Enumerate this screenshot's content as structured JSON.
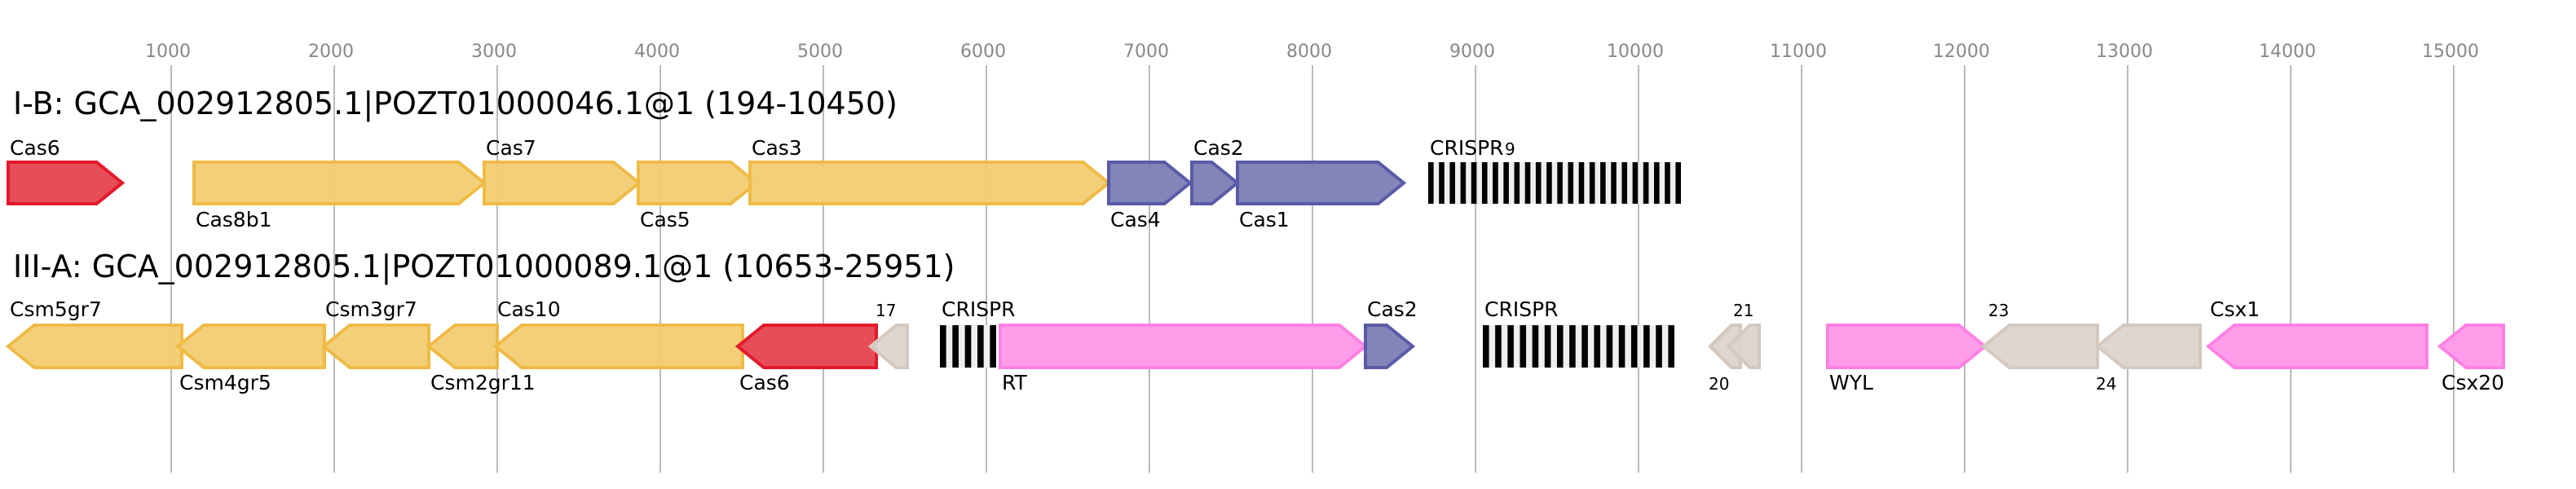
{
  "axis": {
    "unit": "bp",
    "ticks": [
      1000,
      2000,
      3000,
      4000,
      5000,
      6000,
      7000,
      8000,
      9000,
      10000,
      11000,
      12000,
      13000,
      14000,
      15000
    ]
  },
  "colors": {
    "red": {
      "fill": "#e5434f",
      "stroke": "#e31a2b"
    },
    "yellow": {
      "fill": "#f2cc72",
      "stroke": "#efbb45"
    },
    "blue": {
      "fill": "#7b7db6",
      "stroke": "#5a5ba6"
    },
    "pink": {
      "fill": "#ff98ea",
      "stroke": "#ff80e3"
    },
    "gray": {
      "fill": "#dcd4cf",
      "stroke": "#d4c8bf"
    },
    "crispr_repeat": "#000000",
    "crispr_spacer": "#efefef"
  },
  "tracks": [
    {
      "title": "I-B: GCA_002912805.1|POZT01000046.1@1 (194-10450)",
      "features": [
        {
          "type": "gene",
          "label": "Cas6",
          "start": 0,
          "end": 700,
          "strand": "+",
          "color": "red",
          "label_pos": "top"
        },
        {
          "type": "gene",
          "label": "Cas8b1",
          "start": 1140,
          "end": 2920,
          "strand": "+",
          "color": "yellow",
          "label_pos": "bottom"
        },
        {
          "type": "gene",
          "label": "Cas7",
          "start": 2920,
          "end": 3870,
          "strand": "+",
          "color": "yellow",
          "label_pos": "top"
        },
        {
          "type": "gene",
          "label": "Cas5",
          "start": 3865,
          "end": 4590,
          "strand": "+",
          "color": "yellow",
          "label_pos": "bottom"
        },
        {
          "type": "gene",
          "label": "Cas3",
          "start": 4550,
          "end": 6750,
          "strand": "+",
          "color": "yellow",
          "label_pos": "top"
        },
        {
          "type": "gene",
          "label": "Cas4",
          "start": 6750,
          "end": 7250,
          "strand": "+",
          "color": "blue",
          "label_pos": "bottom"
        },
        {
          "type": "gene",
          "label": "Cas2",
          "start": 7260,
          "end": 7540,
          "strand": "+",
          "color": "blue",
          "label_pos": "top"
        },
        {
          "type": "gene",
          "label": "Cas1",
          "start": 7540,
          "end": 8560,
          "strand": "+",
          "color": "blue",
          "label_pos": "bottom"
        },
        {
          "type": "crispr",
          "label": "CRISPR",
          "extra_label": "9",
          "start": 8710,
          "end": 10260,
          "repeats": 24,
          "label_pos": "top"
        }
      ]
    },
    {
      "title": "III-A: GCA_002912805.1|POZT01000089.1@1 (10653-25951)",
      "features": [
        {
          "type": "gene",
          "label": "Csm5gr7",
          "start": 0,
          "end": 1065,
          "strand": "-",
          "color": "yellow",
          "label_pos": "top"
        },
        {
          "type": "gene",
          "label": "Csm4gr5",
          "start": 1040,
          "end": 1940,
          "strand": "-",
          "color": "yellow",
          "label_pos": "bottom"
        },
        {
          "type": "gene",
          "label": "Csm3gr7",
          "start": 1935,
          "end": 2580,
          "strand": "-",
          "color": "yellow",
          "label_pos": "top"
        },
        {
          "type": "gene",
          "label": "Csm2gr11",
          "start": 2580,
          "end": 3000,
          "strand": "-",
          "color": "yellow",
          "label_pos": "bottom"
        },
        {
          "type": "gene",
          "label": "Cas10",
          "start": 2990,
          "end": 4505,
          "strand": "-",
          "color": "yellow",
          "label_pos": "top"
        },
        {
          "type": "gene",
          "label": "Cas6",
          "start": 4475,
          "end": 5325,
          "strand": "-",
          "color": "red",
          "label_pos": "bottom"
        },
        {
          "type": "gene",
          "label": "17",
          "start": 5290,
          "end": 5515,
          "strand": "-",
          "color": "gray",
          "label_pos": "top",
          "small": true
        },
        {
          "type": "crispr",
          "label": "CRISPR",
          "start": 5715,
          "end": 6060,
          "repeats": 5,
          "label_pos": "top"
        },
        {
          "type": "gene",
          "label": "RT",
          "start": 6085,
          "end": 8325,
          "strand": "+",
          "color": "pink",
          "label_pos": "bottom"
        },
        {
          "type": "gene",
          "label": "Cas2",
          "start": 8325,
          "end": 8615,
          "strand": "+",
          "color": "blue",
          "label_pos": "top"
        },
        {
          "type": "crispr",
          "label": "CRISPR",
          "start": 9045,
          "end": 10220,
          "repeats": 16,
          "label_pos": "top"
        },
        {
          "type": "gene",
          "label": "20",
          "start": 10440,
          "end": 10625,
          "strand": "-",
          "color": "gray",
          "label_pos": "bottom",
          "small": true
        },
        {
          "type": "gene",
          "label": "21",
          "start": 10550,
          "end": 10740,
          "strand": "-",
          "color": "gray",
          "label_pos": "top",
          "small": true
        },
        {
          "type": "gene",
          "label": "WYL",
          "start": 11160,
          "end": 12125,
          "strand": "+",
          "color": "pink",
          "label_pos": "bottom"
        },
        {
          "type": "gene",
          "label": "23",
          "start": 12115,
          "end": 12815,
          "strand": "-",
          "color": "gray",
          "label_pos": "top",
          "small": true
        },
        {
          "type": "gene",
          "label": "24",
          "start": 12815,
          "end": 13445,
          "strand": "-",
          "color": "gray",
          "label_pos": "bottom",
          "small": true
        },
        {
          "type": "gene",
          "label": "Csx1",
          "start": 13495,
          "end": 14835,
          "strand": "-",
          "color": "pink",
          "label_pos": "top"
        },
        {
          "type": "gene",
          "label": "Csx20",
          "start": 14915,
          "end": 15305,
          "strand": "-",
          "color": "pink",
          "label_pos": "bottom"
        }
      ]
    }
  ]
}
